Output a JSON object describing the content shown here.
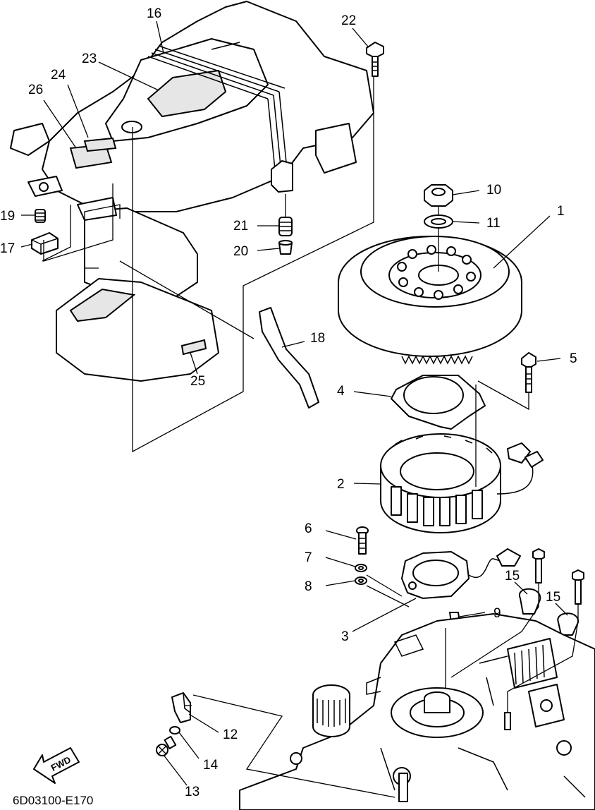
{
  "diagram": {
    "figure_code": "6D03100-E170",
    "direction_arrow": "FWD",
    "callouts": [
      {
        "id": "p1",
        "number": "1"
      },
      {
        "id": "p2",
        "number": "2"
      },
      {
        "id": "p3",
        "number": "3"
      },
      {
        "id": "p4",
        "number": "4"
      },
      {
        "id": "p5",
        "number": "5"
      },
      {
        "id": "p6",
        "number": "6"
      },
      {
        "id": "p7",
        "number": "7"
      },
      {
        "id": "p8",
        "number": "8"
      },
      {
        "id": "p9",
        "number": "9"
      },
      {
        "id": "p10",
        "number": "10"
      },
      {
        "id": "p11",
        "number": "11"
      },
      {
        "id": "p12",
        "number": "12"
      },
      {
        "id": "p13",
        "number": "13"
      },
      {
        "id": "p14",
        "number": "14"
      },
      {
        "id": "p15a",
        "number": "15"
      },
      {
        "id": "p15b",
        "number": "15"
      },
      {
        "id": "p16",
        "number": "16"
      },
      {
        "id": "p17",
        "number": "17"
      },
      {
        "id": "p18",
        "number": "18"
      },
      {
        "id": "p19",
        "number": "19"
      },
      {
        "id": "p20",
        "number": "20"
      },
      {
        "id": "p21",
        "number": "21"
      },
      {
        "id": "p22",
        "number": "22"
      },
      {
        "id": "p23",
        "number": "23"
      },
      {
        "id": "p24",
        "number": "24"
      },
      {
        "id": "p25",
        "number": "25"
      },
      {
        "id": "p26",
        "number": "26"
      }
    ]
  }
}
